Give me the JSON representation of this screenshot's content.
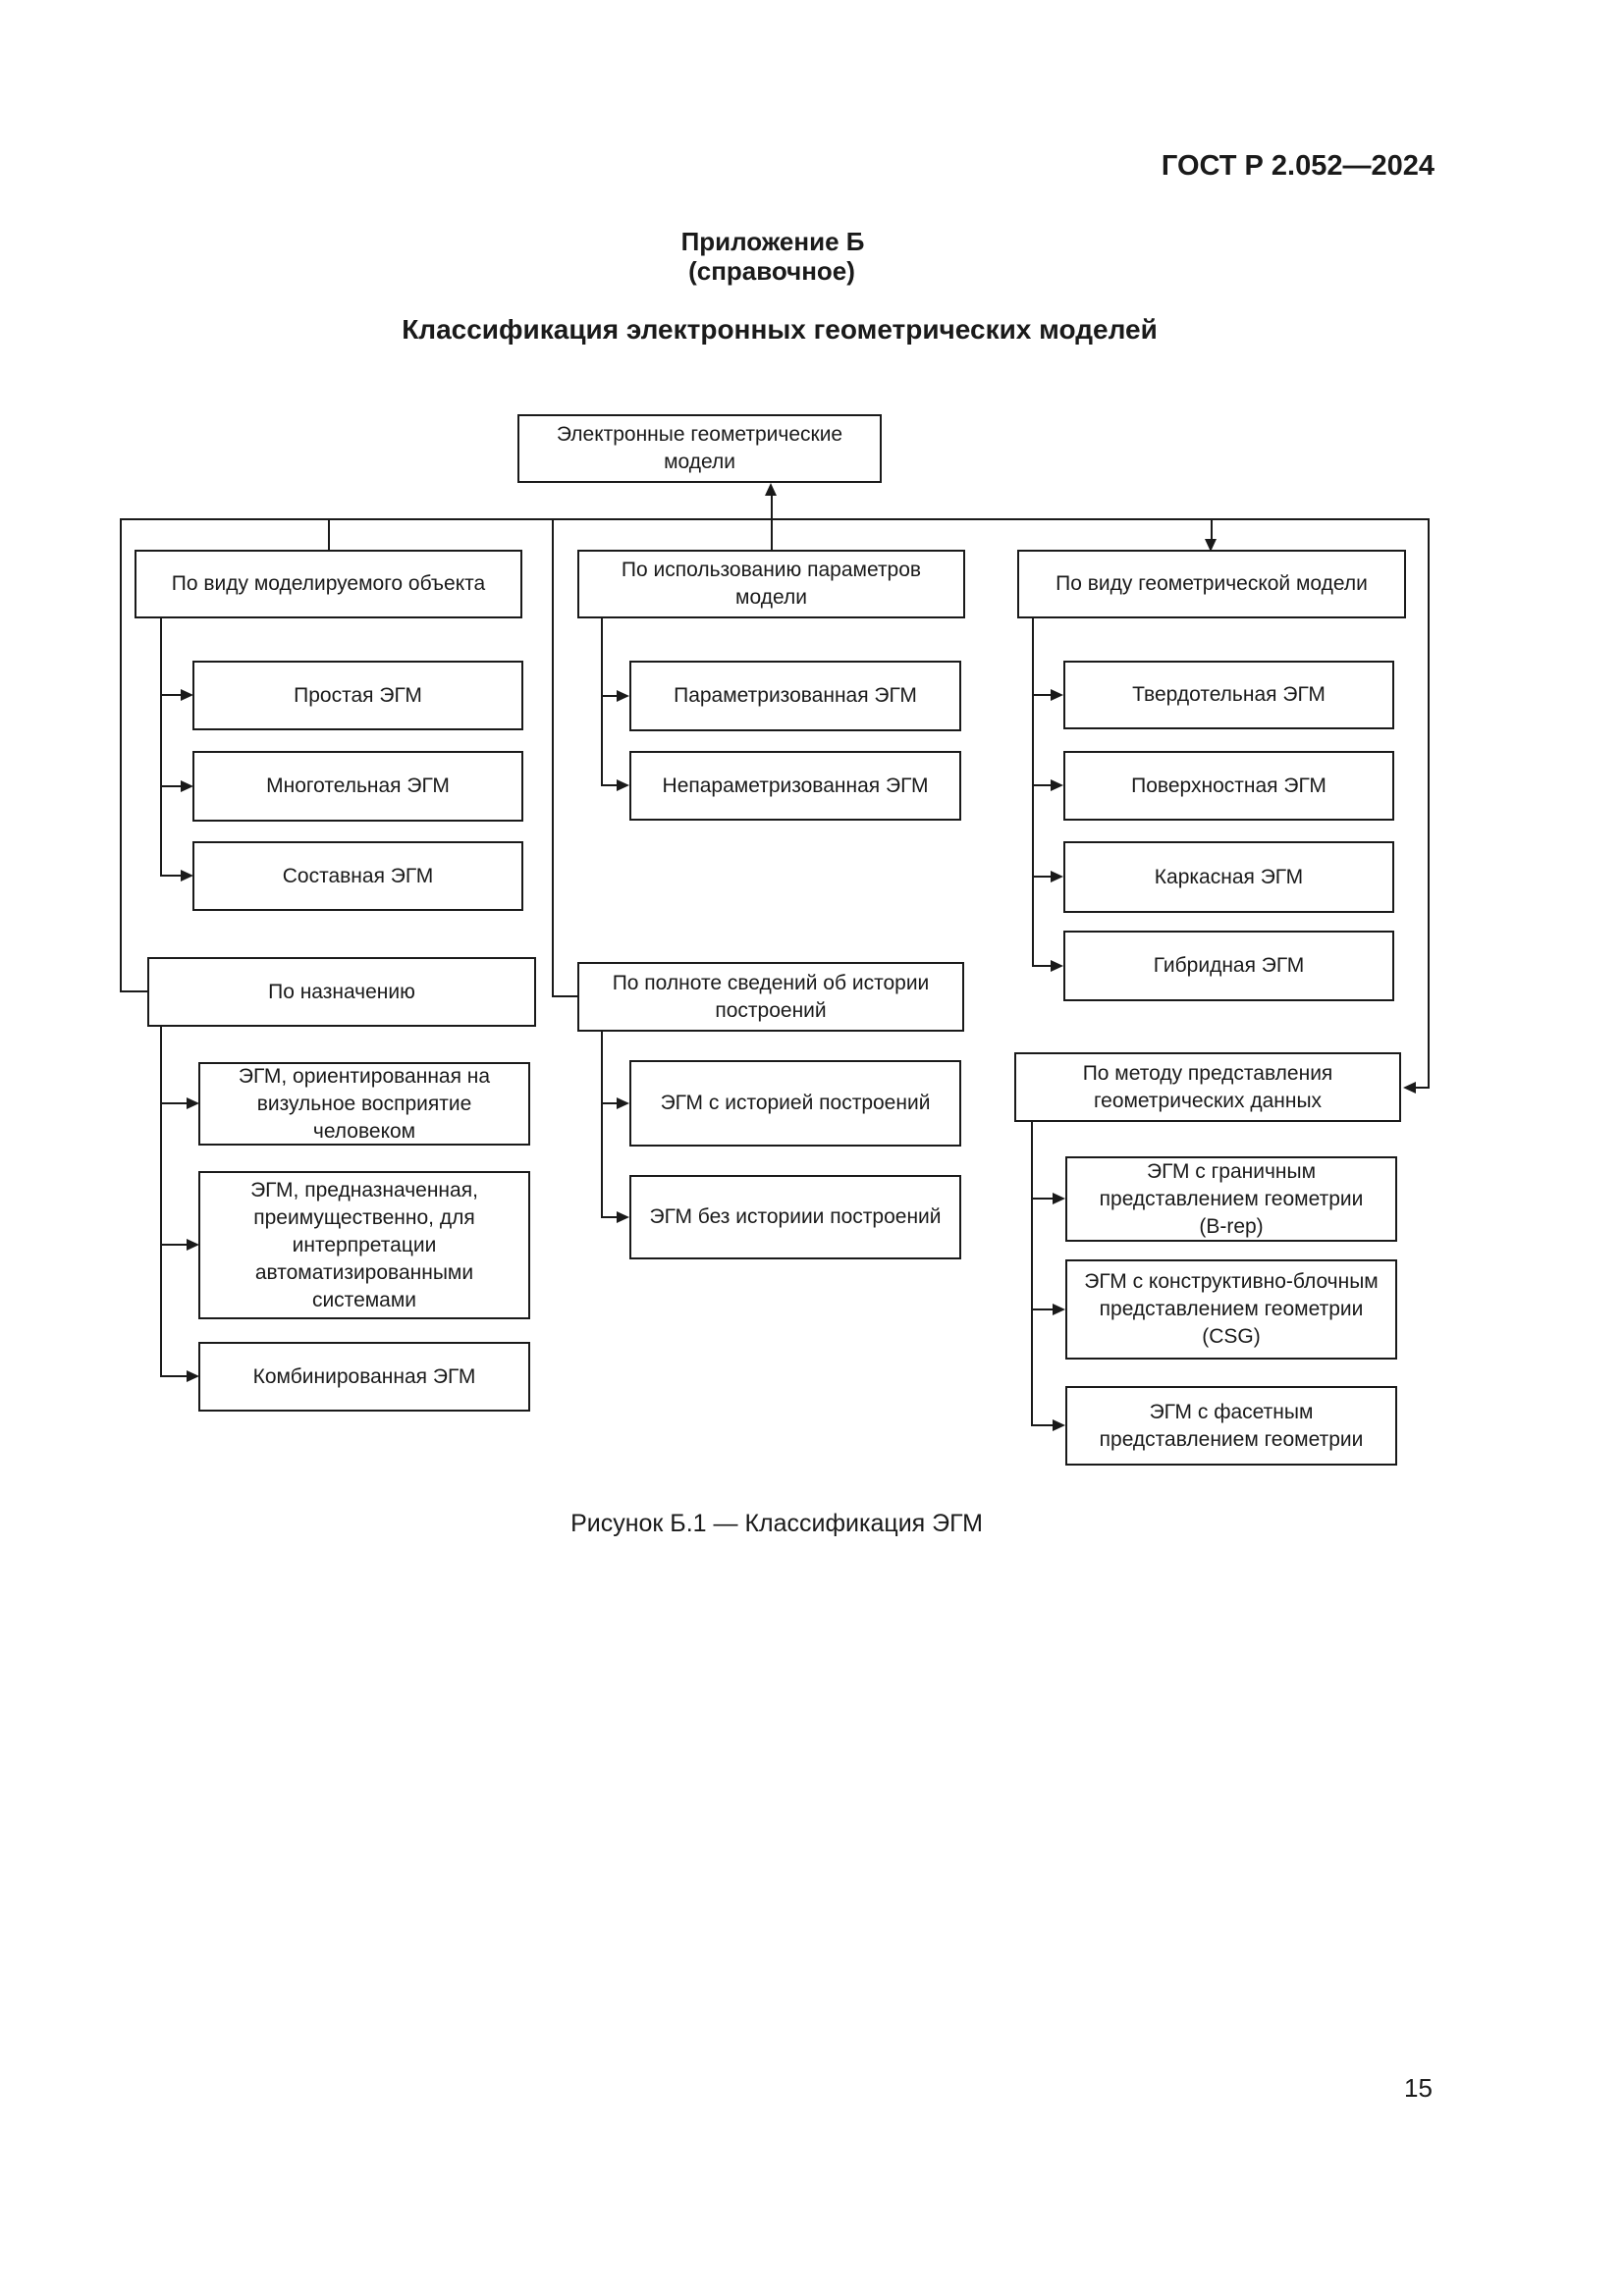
{
  "page": {
    "doc_code": "ГОСТ Р 2.052—2024",
    "appendix_label": "Приложение Б",
    "appendix_note": "(справочное)",
    "section_title": "Классификация электронных геометрических моделей",
    "figure_caption": "Рисунок Б.1 — Классификация ЭГМ",
    "page_number": "15"
  },
  "diagram": {
    "root_label": "Электронные геометрические модели",
    "groups": [
      {
        "title": "По виду моделируемого объекта",
        "children": [
          "Простая ЭГМ",
          "Многотельная ЭГМ",
          "Составная ЭГМ"
        ]
      },
      {
        "title": "По использованию параметров\nмодели",
        "children": [
          "Параметризованная ЭГМ",
          "Непараметризованная ЭГМ"
        ]
      },
      {
        "title": "По виду геометрической модели",
        "children": [
          "Твердотельная ЭГМ",
          "Поверхностная ЭГМ",
          "Каркасная ЭГМ",
          "Гибридная ЭГМ"
        ]
      },
      {
        "title": "По назначению",
        "children": [
          "ЭГМ, ориентированная на\nвизульное восприятие\nчеловеком",
          "ЭГМ, предназначенная,\nпреимущественно, для\nинтерпретации\nавтоматизированными\nсистемами",
          "Комбинированная ЭГМ"
        ]
      },
      {
        "title": "По полноте сведений об истории\nпостроений",
        "children": [
          "ЭГМ с историей построений",
          "ЭГМ без историии построений"
        ]
      },
      {
        "title": "По методу представления\nгеометрических данных",
        "children": [
          "ЭГМ с граничным\nпредставлением геометрии\n(B-rep)",
          "ЭГМ с конструктивно-блочным\nпредставлением геометрии\n(CSG)",
          "ЭГМ с фасетным\nпредставлением геометрии"
        ]
      }
    ]
  }
}
